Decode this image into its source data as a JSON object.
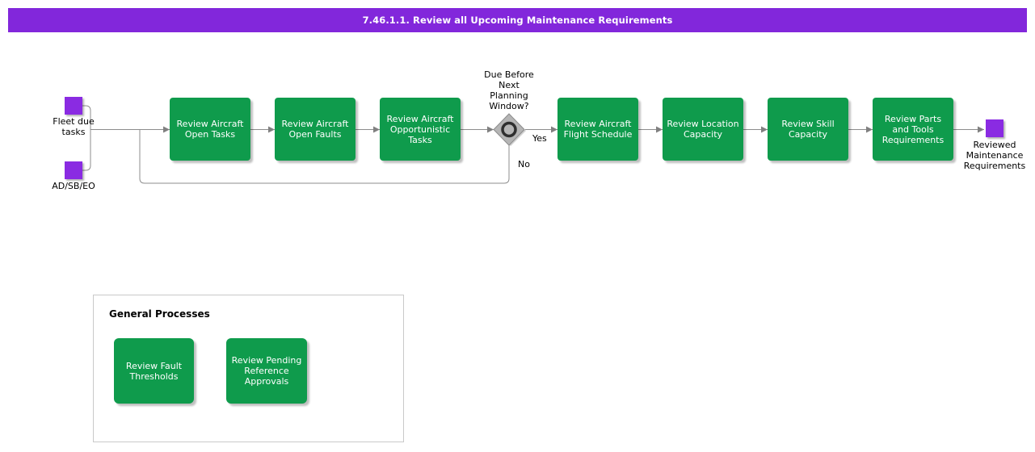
{
  "title": "7.46.1.1. Review all Upcoming Maintenance Requirements",
  "colors": {
    "title_bar_purple": "#8227db",
    "event_purple": "#8a2be2",
    "task_green": "#0f9b4c",
    "connector_gray": "#8c8c8c",
    "gateway_gray": "#b5b5b5"
  },
  "flow": {
    "start_events": [
      {
        "label": "Fleet due\ntasks"
      },
      {
        "label": "AD/SB/EO"
      }
    ],
    "steps": [
      {
        "label": "Review Aircraft\nOpen Tasks"
      },
      {
        "label": "Review Aircraft\nOpen Faults"
      },
      {
        "label": "Review Aircraft\nOpportunistic\nTasks"
      },
      {
        "label": "Review Aircraft\nFlight Schedule"
      },
      {
        "label": "Review Location\nCapacity"
      },
      {
        "label": "Review Skill\nCapacity"
      },
      {
        "label": "Review Parts\nand Tools\nRequirements"
      }
    ],
    "decision": {
      "question": "Due Before\nNext\nPlanning\nWindow?",
      "yes_label": "Yes",
      "no_label": "No"
    },
    "end_event": {
      "label": "Reviewed\nMaintenance\nRequirements"
    }
  },
  "general_processes": {
    "title": "General Processes",
    "items": [
      {
        "label": "Review Fault\nThresholds"
      },
      {
        "label": "Review Pending\nReference\nApprovals"
      }
    ]
  }
}
